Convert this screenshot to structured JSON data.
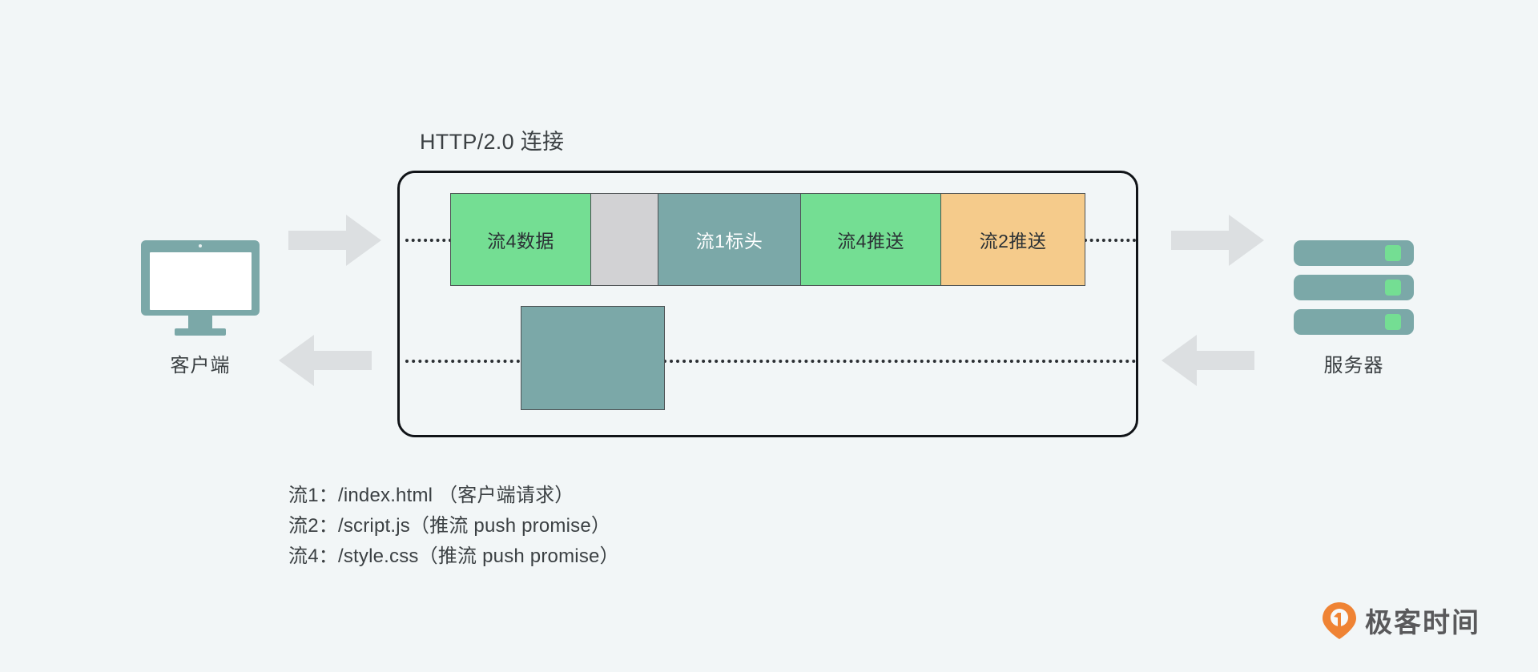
{
  "diagram": {
    "connection_title": "HTTP/2.0 连接",
    "frames": [
      {
        "label": "流4数据",
        "color": "#74de93",
        "text_color": "#2b3135",
        "width": 176
      },
      {
        "label": "",
        "color": "#d2d2d4",
        "text_color": "#2b3135",
        "width": 84
      },
      {
        "label": "流1标头",
        "color": "#7ba8a8",
        "text_color": "#ffffff",
        "width": 178
      },
      {
        "label": "流4推送",
        "color": "#74de93",
        "text_color": "#2b3135",
        "width": 175
      },
      {
        "label": "流2推送",
        "color": "#f5cb8b",
        "text_color": "#2b3135",
        "width": 180
      }
    ],
    "lower_block": {
      "label": "",
      "color": "#7ba8a8"
    },
    "client": {
      "label": "客户端",
      "icon": "monitor-icon"
    },
    "server": {
      "label": "服务器",
      "icon": "server-rack-icon"
    },
    "arrows": [
      {
        "name": "client-to-box-arrow",
        "direction": "right"
      },
      {
        "name": "box-to-server-arrow",
        "direction": "right"
      },
      {
        "name": "box-to-client-arrow",
        "direction": "left"
      },
      {
        "name": "server-to-box-arrow",
        "direction": "left"
      }
    ],
    "legend": [
      "流1：/index.html （客户端请求）",
      "流2：/script.js（推流 push promise）",
      "流4：/style.css（推流 push promise）"
    ],
    "watermark": {
      "text": "极客时间",
      "accent": "#ef8334"
    },
    "palette": {
      "background": "#f2f6f7",
      "green": "#74de93",
      "gray": "#d2d2d4",
      "teal": "#7ba8a8",
      "orange": "#f5cb8b",
      "arrow_gray": "#dcdfe1",
      "outline": "#111418",
      "text": "#3b4043"
    }
  }
}
